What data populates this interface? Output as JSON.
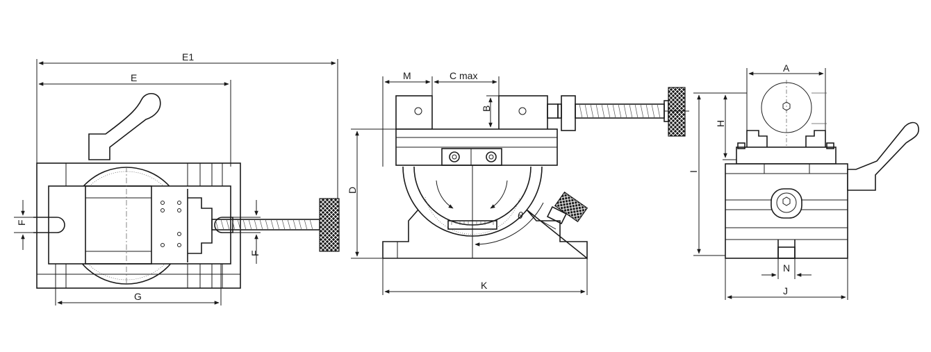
{
  "labels": {
    "E1": "E1",
    "E": "E",
    "F_left": "F",
    "F_right": "F",
    "G": "G",
    "M": "M",
    "Cmax": "C max",
    "B": "B",
    "D": "D",
    "K": "K",
    "theta": "θ",
    "A": "A",
    "H": "H",
    "I": "I",
    "N": "N",
    "J": "J"
  },
  "colors": {
    "line": "#1a1a1a",
    "background": "#ffffff"
  }
}
